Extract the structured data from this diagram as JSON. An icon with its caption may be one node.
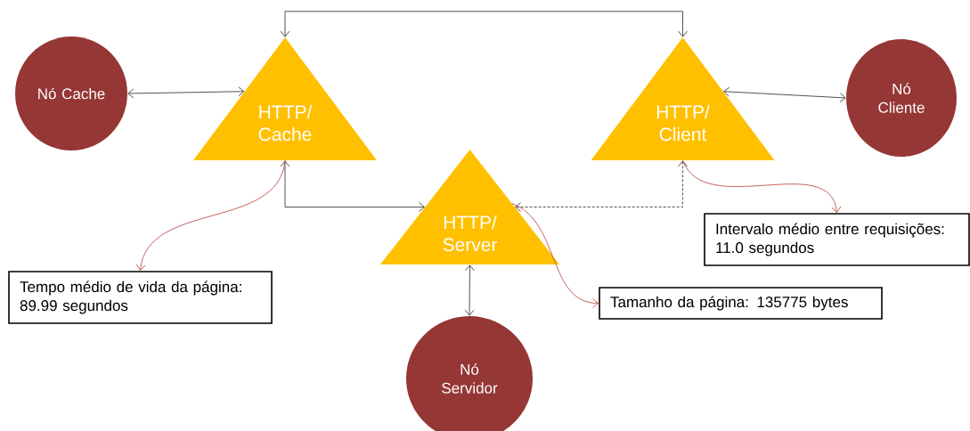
{
  "diagram": {
    "nodes": [
      {
        "text": [
          "Nó Cache"
        ]
      },
      {
        "text": [
          "HTTP/ Cache"
        ]
      },
      {
        "text": [
          "HTTP/ Client"
        ]
      },
      {
        "text": [
          "Nó Cliente"
        ]
      },
      {
        "text": [
          "HTTP/ Server"
        ]
      },
      {
        "text": [
          "Tempo médio de vida da página: 89.99 segundos"
        ]
      },
      {
        "text": [
          "Intervalo médio entre requisições: 11.0 segundos"
        ]
      },
      {
        "text": [
          "Tamanho da página: 135775 bytes"
        ]
      },
      {
        "text": [
          "Nó Servidor"
        ]
      }
    ],
    "edges": [
      {
        "from": 0,
        "to": 1,
        "arrow": "both"
      },
      {
        "from": 1,
        "to": 2,
        "arrow": "both"
      },
      {
        "from": 2,
        "to": 3,
        "arrow": "both"
      },
      {
        "from": 1,
        "to": 4,
        "arrow": "both"
      },
      {
        "from": 2,
        "to": 4,
        "arrow": "both",
        "style": "dashed"
      },
      {
        "from": 4,
        "to": 8,
        "arrow": "both"
      },
      {
        "from": 1,
        "to": 5,
        "arrow": "to",
        "color": "#c0504d"
      },
      {
        "from": 2,
        "to": 6,
        "arrow": "to",
        "color": "#c0504d"
      },
      {
        "from": 4,
        "to": 7,
        "arrow": "to",
        "color": "#c0504d"
      }
    ]
  }
}
